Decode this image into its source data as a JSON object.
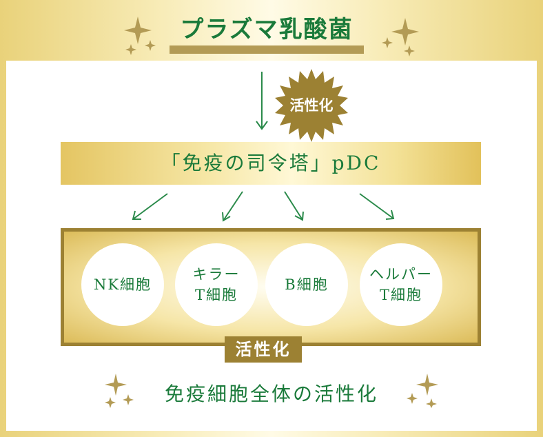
{
  "title": "プラズマ乳酸菌",
  "top_badge": {
    "label": "活性化"
  },
  "pdc_bar": {
    "label": "「免疫の司令塔」pDC"
  },
  "cells": [
    {
      "line1": "NK細胞",
      "line2": ""
    },
    {
      "line1": "キラー",
      "line2": "T細胞"
    },
    {
      "line1": "B細胞",
      "line2": ""
    },
    {
      "line1": "ヘルパー",
      "line2": "T細胞"
    }
  ],
  "box_label": "活性化",
  "bottom_text": "免疫細胞全体の活性化",
  "colors": {
    "text_green": "#1a7a3a",
    "gold_dark": "#9c8133",
    "gold_light": "#f6e7a6",
    "arrow_green": "#2a8a4a"
  },
  "icons": [
    "sparkle-icon",
    "starburst-badge-icon",
    "arrow-down-icon",
    "arrow-diagonal-icon"
  ]
}
